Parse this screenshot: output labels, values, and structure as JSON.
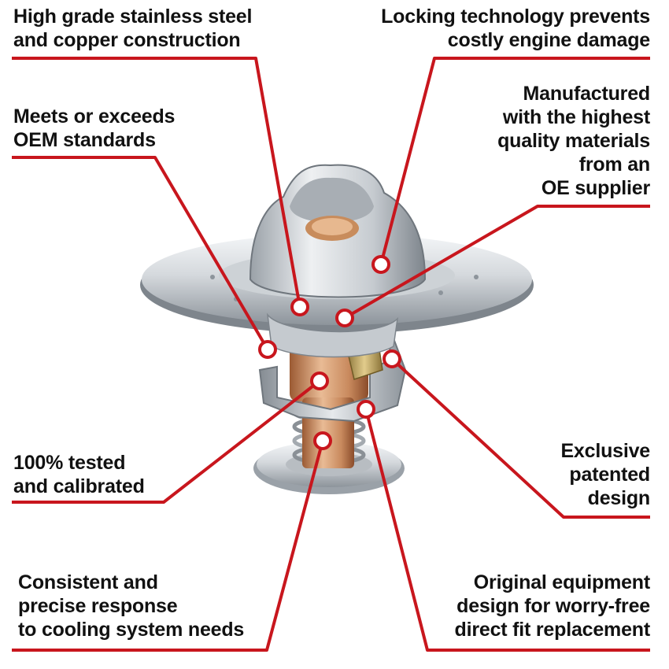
{
  "colors": {
    "callout_line": "#c8161d",
    "text": "#111111",
    "steel_light": "#eef0f2",
    "steel_mid": "#b9bec4",
    "steel_dark": "#6f767d",
    "copper_light": "#e8b892",
    "copper_dark": "#a5623a",
    "brass": "#c9ae6a"
  },
  "callouts": [
    {
      "id": "stainless-copper",
      "lines": [
        "High grade stainless steel",
        "and copper construction"
      ]
    },
    {
      "id": "locking-technology",
      "lines": [
        "Locking technology prevents",
        "costly engine damage"
      ]
    },
    {
      "id": "oem-standards",
      "lines": [
        "Meets or exceeds",
        "OEM standards"
      ]
    },
    {
      "id": "oe-supplier",
      "lines": [
        "Manufactured",
        "with the highest",
        "quality materials",
        "from an",
        "OE supplier"
      ]
    },
    {
      "id": "tested-calibrated",
      "lines": [
        "100% tested",
        "and calibrated"
      ]
    },
    {
      "id": "patented-design",
      "lines": [
        "Exclusive",
        "patented",
        "design"
      ]
    },
    {
      "id": "consistent-response",
      "lines": [
        "Consistent and",
        "precise response",
        "to cooling system needs"
      ]
    },
    {
      "id": "direct-fit",
      "lines": [
        "Original equipment",
        "design for worry-free",
        "direct fit replacement"
      ]
    }
  ],
  "product": {
    "image_icon": "thermostat-illustration"
  }
}
